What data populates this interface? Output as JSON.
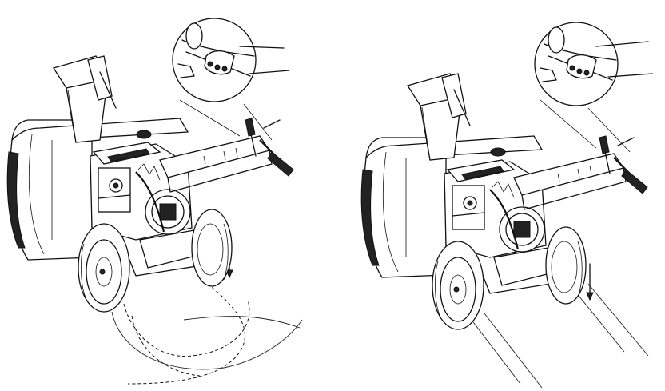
{
  "figure": {
    "panels": [
      {
        "id": "left",
        "maneuver": "turning",
        "hand_detail": "squeeze-left-trigger-icon",
        "path_style": "curved-dashed-tracks"
      },
      {
        "id": "right",
        "maneuver": "straight",
        "hand_detail": "grip-handle-icon",
        "path_style": "straight-parallel-tracks"
      }
    ],
    "colors": {
      "ink": "#111111",
      "background": "#ffffff"
    }
  }
}
